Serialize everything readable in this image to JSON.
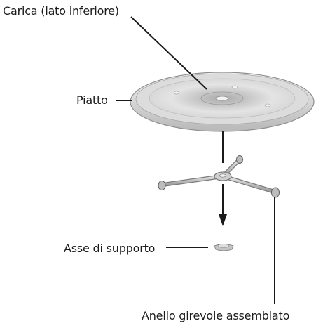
{
  "labels": {
    "carica": "Carica (lato inferiore)",
    "piatto": "Piatto",
    "asse": "Asse di supporto",
    "anello": "Anello girevole assemblato"
  },
  "colors": {
    "line": "#1a1a1a",
    "plate_rim": "#c9c9c9",
    "plate_fill": "#e9e9e9",
    "plate_center": "#b3b3b3",
    "part_fill": "#d3d3d3",
    "part_stroke": "#555555"
  }
}
